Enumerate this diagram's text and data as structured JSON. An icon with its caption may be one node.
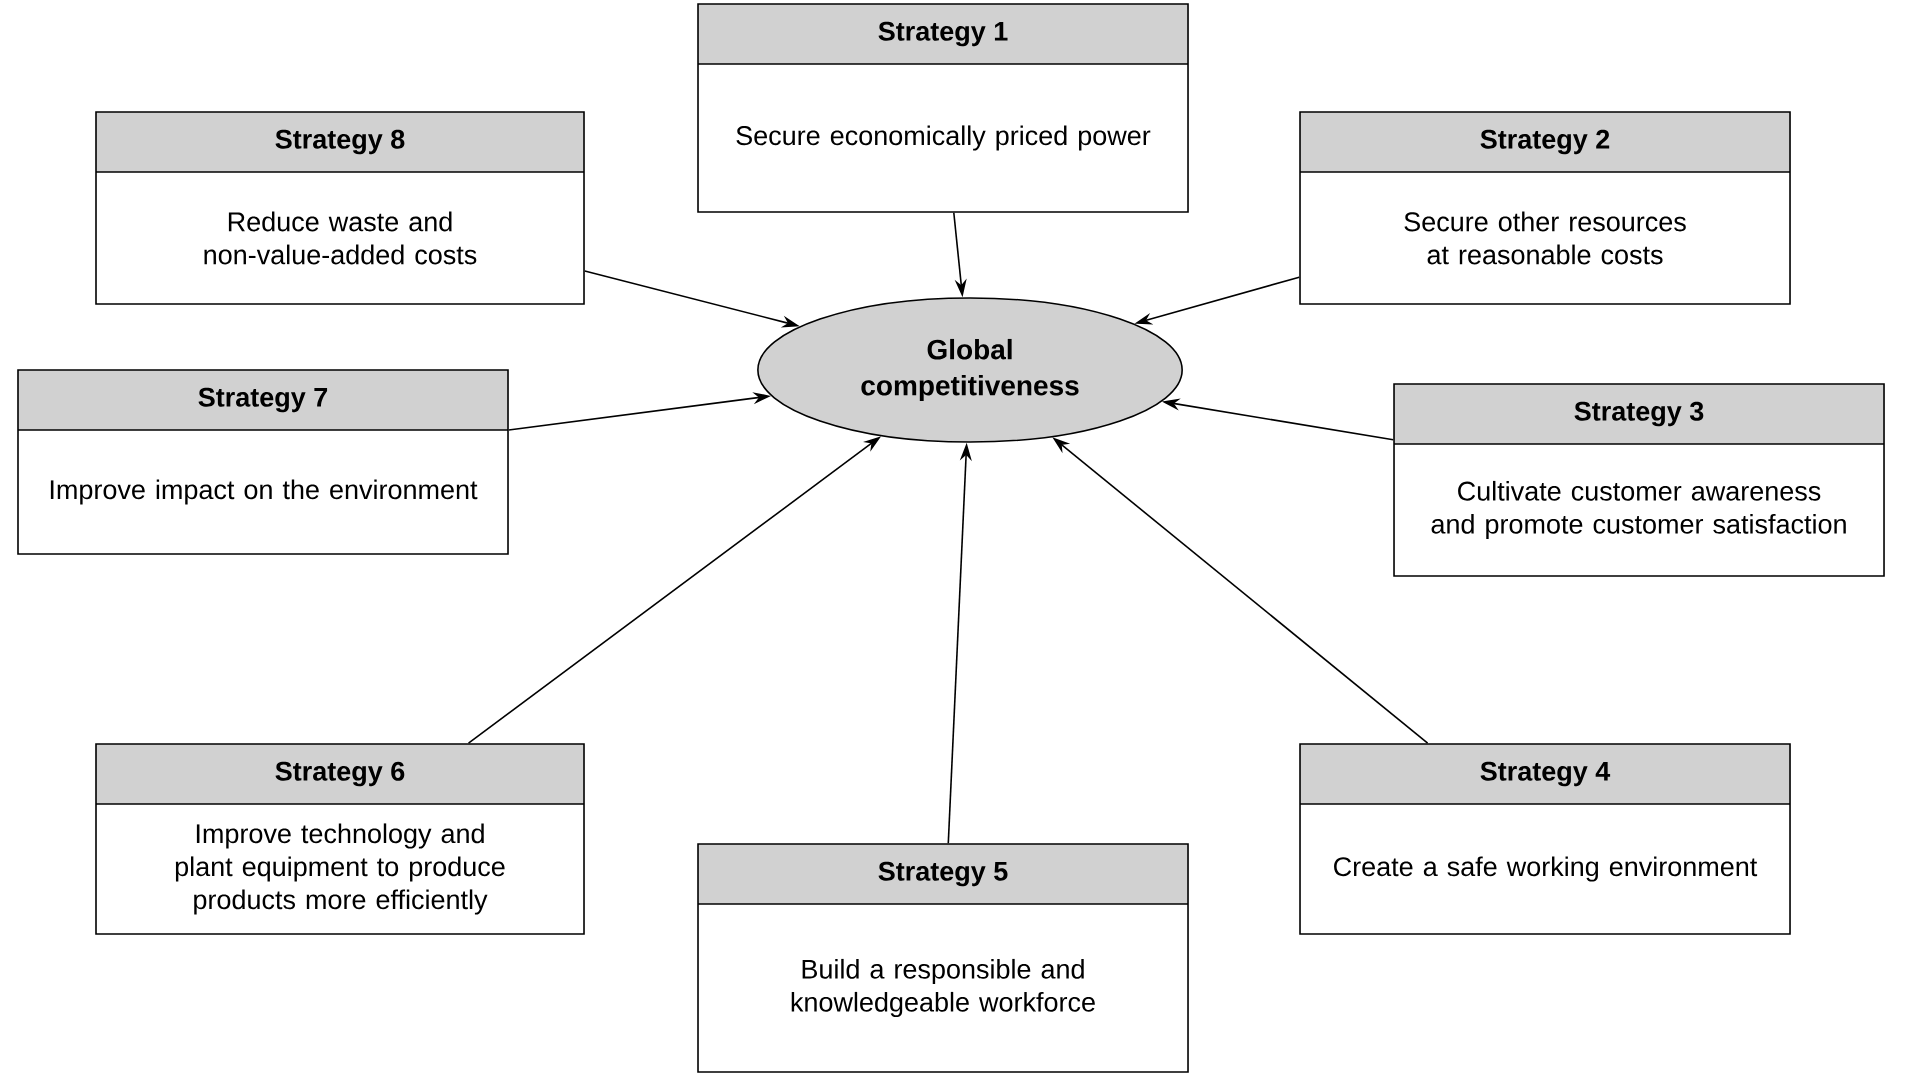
{
  "diagram": {
    "nodes": [
      {
        "text": [
          "Global competitiveness"
        ]
      },
      {
        "text": [
          "Strategy 1",
          "Secure economically priced power"
        ]
      },
      {
        "text": [
          "Strategy 2",
          "Secure other resources at reasonable costs"
        ]
      },
      {
        "text": [
          "Strategy 3",
          "Cultivate customer awareness and promote customer satisfaction"
        ]
      },
      {
        "text": [
          "Strategy 4",
          "Create a safe working environment"
        ]
      },
      {
        "text": [
          "Strategy 5",
          "Build a responsible and knowledgeable workforce"
        ]
      },
      {
        "text": [
          "Strategy 6",
          "Improve technology and plant equipment to produce products more efficiently"
        ]
      },
      {
        "text": [
          "Strategy 7",
          "Improve impact on the environment"
        ]
      },
      {
        "text": [
          "Strategy 8",
          "Reduce waste and non-value-added costs"
        ]
      }
    ],
    "edges": [
      {
        "from": 1,
        "to": 0,
        "arrow": "to"
      },
      {
        "from": 2,
        "to": 0,
        "arrow": "to"
      },
      {
        "from": 3,
        "to": 0,
        "arrow": "to"
      },
      {
        "from": 4,
        "to": 0,
        "arrow": "to"
      },
      {
        "from": 5,
        "to": 0,
        "arrow": "to"
      },
      {
        "from": 6,
        "to": 0,
        "arrow": "to"
      },
      {
        "from": 7,
        "to": 0,
        "arrow": "to"
      },
      {
        "from": 8,
        "to": 0,
        "arrow": "to"
      }
    ]
  }
}
